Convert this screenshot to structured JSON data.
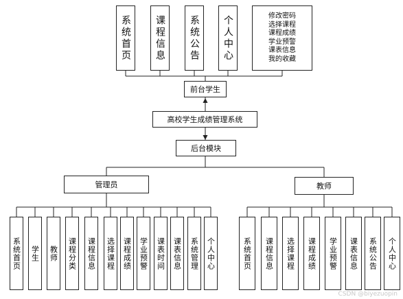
{
  "diagram": {
    "top_modules": [
      "系统首页",
      "课程信息",
      "系统公告",
      "个人中心"
    ],
    "top_multiline": "修改密码\n选择课程\n课程成绩\n学业预警\n课表信息\n我的收藏",
    "front_student": "前台学生",
    "system": "高校学生成绩管理系统",
    "backend": "后台模块",
    "admin": "管理员",
    "teacher": "教师",
    "admin_modules": [
      "系统首页",
      "学生",
      "教师",
      "课程分类",
      "课程信息",
      "选择课程",
      "课程成绩",
      "学业预警",
      "课表时间",
      "课表信息",
      "系统管理",
      "个人中心"
    ],
    "teacher_modules": [
      "系统首页",
      "课程信息",
      "选择课程",
      "课程成绩",
      "学业预警",
      "课表信息",
      "系统公告",
      "个人中心"
    ]
  },
  "watermark": "CSDN @biyezuopin"
}
